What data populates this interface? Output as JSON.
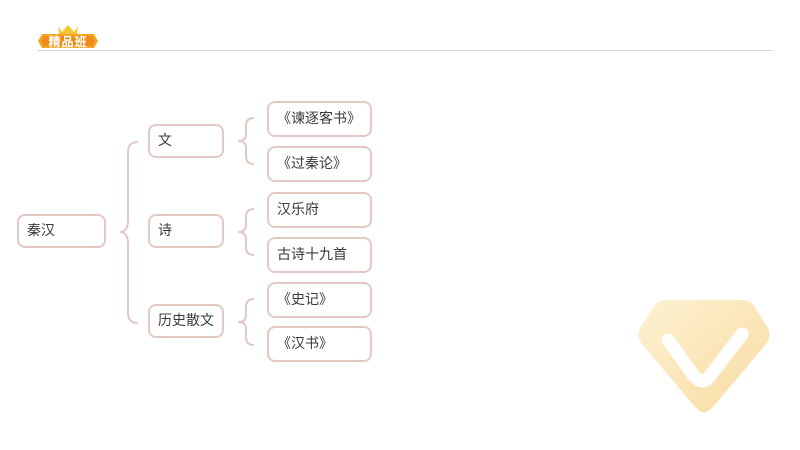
{
  "badge": {
    "label": "精品班"
  },
  "root": {
    "label": "秦汉"
  },
  "branches": [
    {
      "label": "文",
      "children": [
        "《谏逐客书》",
        "《过秦论》"
      ]
    },
    {
      "label": "诗",
      "children": [
        "汉乐府",
        "古诗十九首"
      ]
    },
    {
      "label": "历史散文",
      "children": [
        "《史记》",
        "《汉书》"
      ]
    }
  ],
  "colors": {
    "node_border": "#e2c9c4",
    "connector": "#e2c9c4",
    "badge_orange": "#f5a524",
    "watermark": "#fbe6b8"
  },
  "icons": {
    "badge": "crown-badge-icon",
    "watermark": "v-diamond-logo-icon"
  }
}
